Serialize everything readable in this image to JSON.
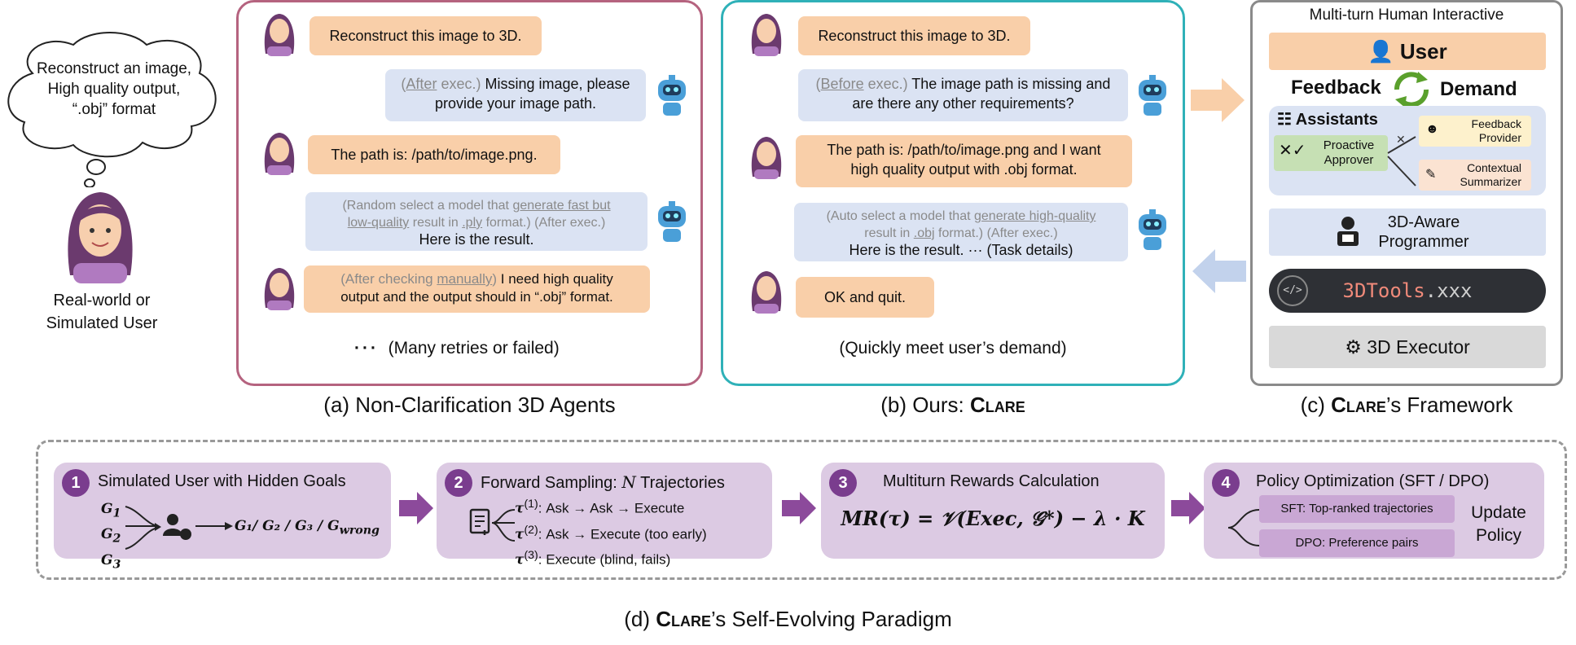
{
  "thought": {
    "line1": "Reconstruct an image,",
    "line2": "High quality output,",
    "line3": "“.obj” format"
  },
  "user_label": {
    "line1": "Real-world or",
    "line2": "Simulated User"
  },
  "panel_a": {
    "msg1": "Reconstruct this image to 3D.",
    "msg2_tag": "(After exec.)",
    "msg2_tag_ul": "After",
    "msg2_text": "Missing image, please",
    "msg2_text2": "provide your image path.",
    "msg3": "The path is: /path/to/image.png.",
    "msg4_pre": "(Random select a model that ",
    "msg4_ul1": "generate fast but",
    "msg4_ul2": "low-quality",
    "msg4_mid": " result in ",
    "msg4_ul3": ".ply",
    "msg4_post": " format.) (After exec.)",
    "msg4_text": "Here is the result.",
    "msg5_pre": "(After checking ",
    "msg5_ul": "manually",
    "msg5_post": ")",
    "msg5_text1": " I need high quality",
    "msg5_text2": "output and the output should in “.obj” format.",
    "footer": "(Many retries or failed)",
    "caption": "(a) Non-Clarification 3D Agents"
  },
  "panel_b": {
    "msg1": "Reconstruct this image to 3D.",
    "msg2_ul": "Before",
    "msg2_tag_rest": " exec.)",
    "msg2_text1": " The image path is missing and",
    "msg2_text2": "are there any other requirements?",
    "msg3_line1": "The path is: /path/to/image.png and I want",
    "msg3_line2": "high quality output with .obj format.",
    "msg4_pre": "(Auto select a model that ",
    "msg4_ul1": "generate high-quality",
    "msg4_mid": "result in ",
    "msg4_ul2": ".obj",
    "msg4_post": " format.) (After exec.)",
    "msg4_text": "Here is the result. ··· (Task details)",
    "msg5": "OK and quit.",
    "footer": "(Quickly meet user’s demand)",
    "caption_pre": "(b) Ours: ",
    "caption_name": "Clare"
  },
  "panel_c": {
    "title": "Multi-turn Human Interactive",
    "user": "User",
    "feedback": "Feedback",
    "demand": "Demand",
    "assistants": "Assistants",
    "proactive1": "Proactive",
    "proactive2": "Approver",
    "feedback_provider1": "Feedback",
    "feedback_provider2": "Provider",
    "contextual1": "Contextual",
    "contextual2": "Summarizer",
    "programmer1": "3D-Aware",
    "programmer2": "Programmer",
    "tools_name": "3DTools",
    "tools_ext": ".xxx",
    "executor": "3D Executor",
    "caption_pre": "(c) ",
    "caption_name": "Clare",
    "caption_post": "’s Framework",
    "colors": {
      "user": "#f9cfa9",
      "assist_bg": "#dbe3f3",
      "proactive": "#c6e0b4",
      "provider": "#fdf1cc",
      "summarizer": "#fbe3d2",
      "tools_bg": "#2e3035",
      "tools_text": "#f08a7a",
      "executor": "#d9d9d9"
    }
  },
  "paradigm": {
    "step1": {
      "num": "1",
      "title": "Simulated User with Hidden Goals",
      "goals": [
        "G",
        "G",
        "G"
      ],
      "subs": [
        "1",
        "2",
        "3"
      ],
      "output": "G₁/ G₂ / G₃ / G",
      "wrong": "wrong"
    },
    "step2": {
      "num": "2",
      "title_pre": "Forward Sampling: ",
      "title_n": "N",
      "title_post": " Trajectories",
      "traj": [
        "Ask → Ask → Execute",
        "Ask → Execute (too early)",
        "Execute (blind, fails)"
      ],
      "sups": [
        "(1)",
        "(2)",
        "(3)"
      ]
    },
    "step3": {
      "num": "3",
      "title": "Multiturn Rewards Calculation",
      "formula": "MR(τ) = 𝒱(Exec, 𝒢*) − λ · K"
    },
    "step4": {
      "num": "4",
      "title": "Policy Optimization (SFT / DPO)",
      "sft": "SFT: Top-ranked trajectories",
      "dpo": "DPO: Preference pairs",
      "update1": "Update",
      "update2": "Policy"
    },
    "caption_pre": "(d) ",
    "caption_name": "Clare",
    "caption_post": "’s Self-Evolving Paradigm"
  }
}
